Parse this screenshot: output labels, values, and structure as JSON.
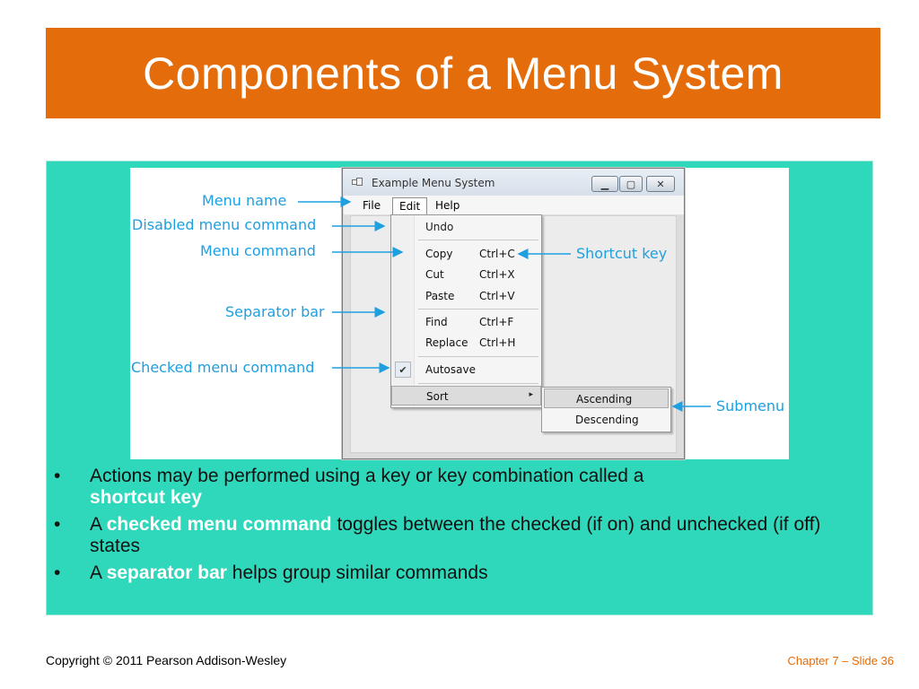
{
  "slide": {
    "title": "Components of a Menu System"
  },
  "window": {
    "title": "Example Menu System",
    "menus": [
      "File",
      "Edit",
      "Help"
    ]
  },
  "edit_menu": {
    "undo": "Undo",
    "copy": {
      "label": "Copy",
      "shortcut": "Ctrl+C"
    },
    "cut": {
      "label": "Cut",
      "shortcut": "Ctrl+X"
    },
    "paste": {
      "label": "Paste",
      "shortcut": "Ctrl+V"
    },
    "find": {
      "label": "Find",
      "shortcut": "Ctrl+F"
    },
    "replace": {
      "label": "Replace",
      "shortcut": "Ctrl+H"
    },
    "autosave": "Autosave",
    "check_glyph": "✔",
    "sort": "Sort",
    "sort_arrow": "▸"
  },
  "submenu": {
    "ascending": "Ascending",
    "descending": "Descending"
  },
  "annotations": {
    "menu_name": "Menu name",
    "disabled_command": "Disabled menu command",
    "menu_command": "Menu command",
    "separator_bar": "Separator bar",
    "checked_command": "Checked menu command",
    "shortcut_key": "Shortcut key",
    "submenu": "Submenu"
  },
  "bullets": {
    "b1_prefix": "Actions may be performed using a key or key combination called a",
    "b1_highlight": "shortcut key",
    "b2_prefix": "A",
    "b2_highlight": "checked menu command",
    "b2_suffix": "toggles between the  checked (if on) and unchecked (if off) states",
    "b3_prefix": "A",
    "b3_highlight": "separator bar",
    "b3_suffix": "helps group similar commands",
    "dot": "•"
  },
  "footer": {
    "copyright": "Copyright © 2011 Pearson Addison-Wesley",
    "slide_ref": "Chapter 7 – Slide 36"
  },
  "colors": {
    "title_bg": "#e46c0a",
    "panel_bg": "#2fd8bb",
    "annotation": "#1e9fe0",
    "footer_ref": "#e46c0a"
  }
}
